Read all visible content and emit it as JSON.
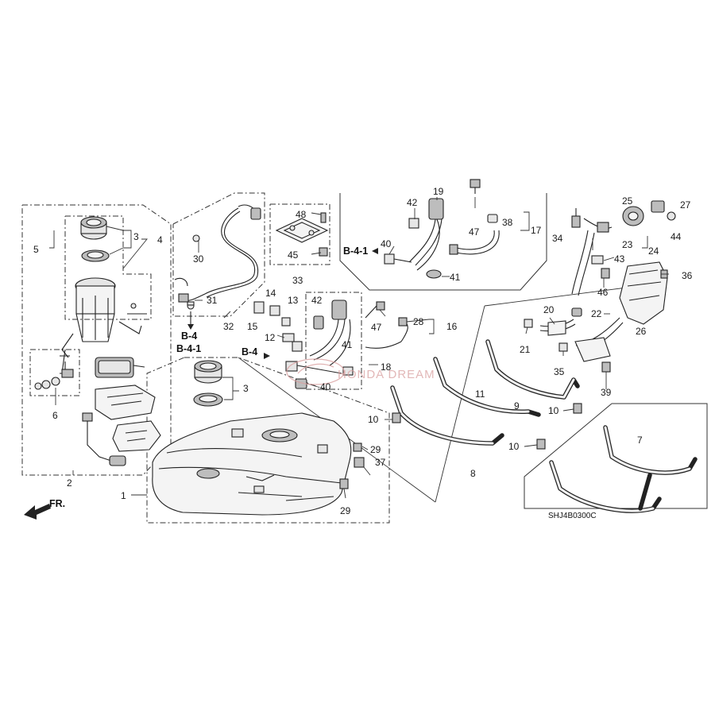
{
  "diagram": {
    "part_code": "SHJ4B0300C",
    "watermark": "HONDA DREAM",
    "front_arrow_label": "FR.",
    "ref_labels": {
      "b4_1_top": "B-4-1",
      "b4_left": "B-4",
      "b4_1_left": "B-4-1",
      "b4_center": "B-4"
    },
    "callouts": {
      "c1": "1",
      "c2": "2",
      "c3a": "3",
      "c3b": "3",
      "c4": "4",
      "c5": "5",
      "c6": "6",
      "c7": "7",
      "c8": "8",
      "c9": "9",
      "c10a": "10",
      "c10b": "10",
      "c10c": "10",
      "c11": "11",
      "c12": "12",
      "c13": "13",
      "c14": "14",
      "c15": "15",
      "c16": "16",
      "c17": "17",
      "c18": "18",
      "c19": "19",
      "c20": "20",
      "c21": "21",
      "c22": "22",
      "c23": "23",
      "c24": "24",
      "c25": "25",
      "c26": "26",
      "c27": "27",
      "c28": "28",
      "c29a": "29",
      "c29b": "29",
      "c30": "30",
      "c31": "31",
      "c32": "32",
      "c33": "33",
      "c34": "34",
      "c35": "35",
      "c36": "36",
      "c37": "37",
      "c38": "38",
      "c39": "39",
      "c40a": "40",
      "c40b": "40",
      "c41a": "41",
      "c41b": "41",
      "c42a": "42",
      "c42b": "42",
      "c43": "43",
      "c44": "44",
      "c45": "45",
      "c46": "46",
      "c47a": "47",
      "c47b": "47",
      "c48": "48"
    }
  }
}
